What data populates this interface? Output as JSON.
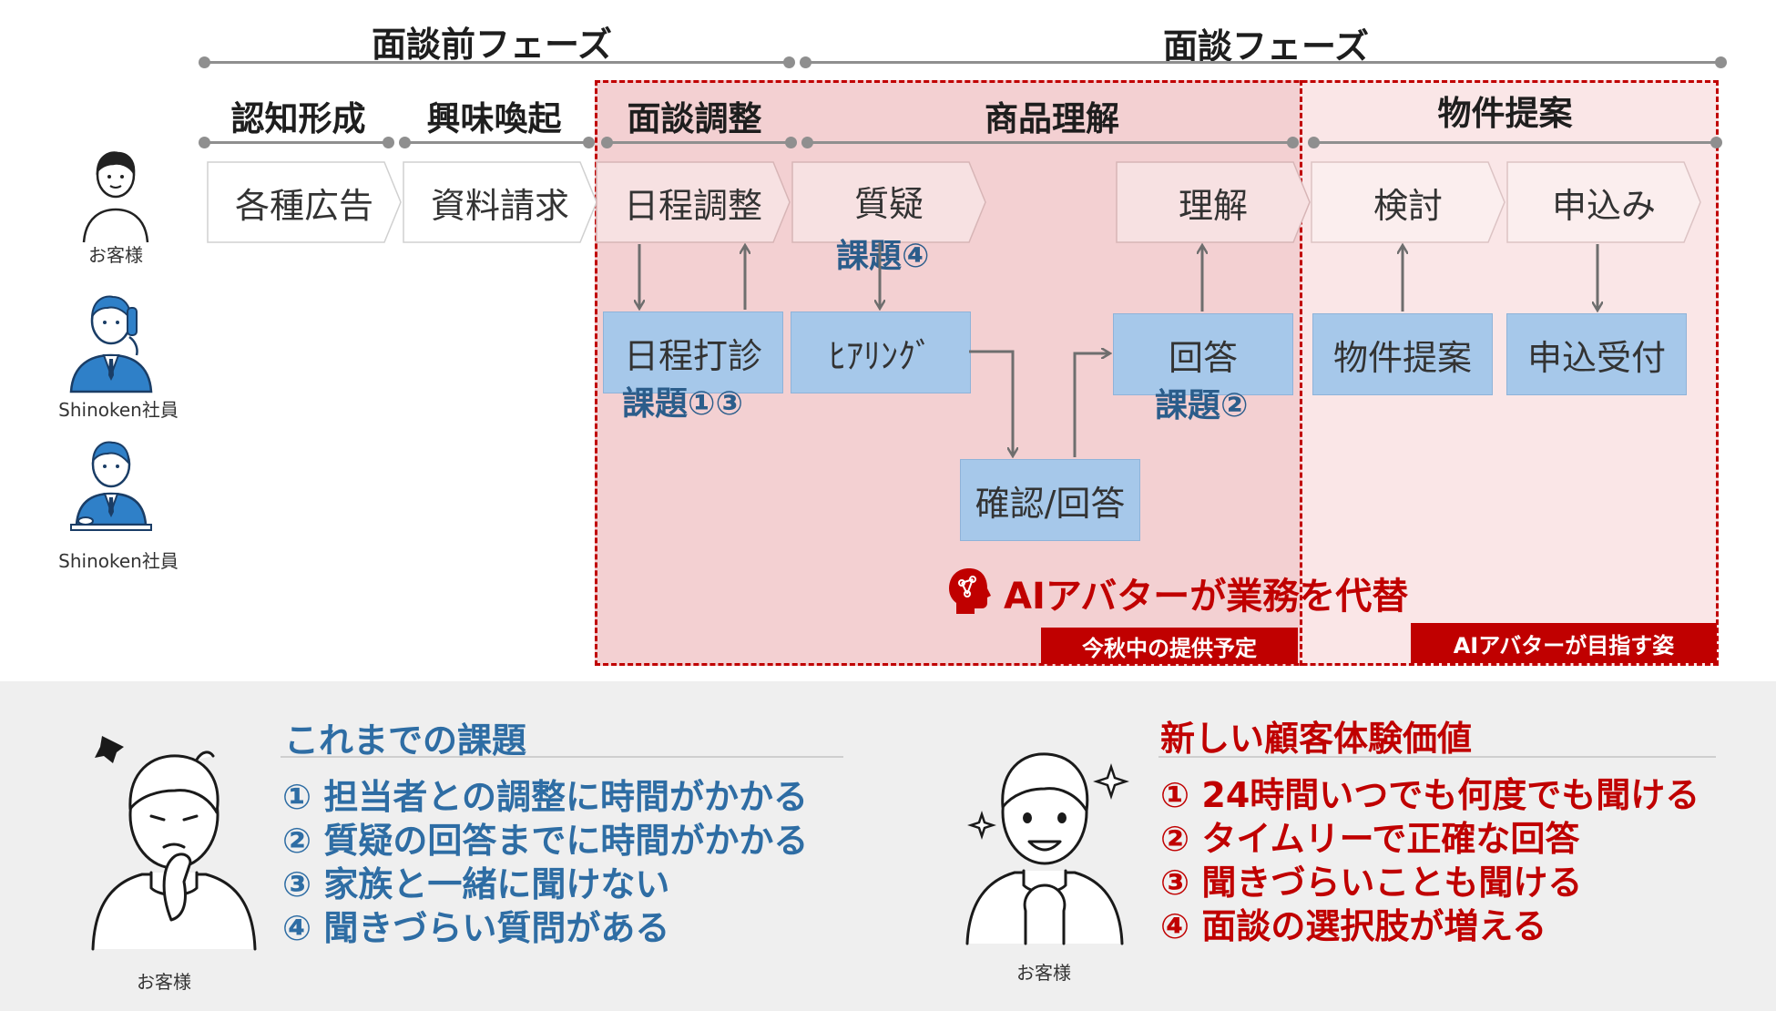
{
  "phases": {
    "pre_meeting": "面談前フェーズ",
    "meeting": "面談フェーズ"
  },
  "stages": [
    "認知形成",
    "興味喚起",
    "面談調整",
    "商品理解",
    "物件提案"
  ],
  "customer_steps": [
    "各種広告",
    "資料請求",
    "日程調整",
    "質疑",
    "理解",
    "検討",
    "申込み"
  ],
  "staff_steps": [
    "日程打診",
    "ﾋｱﾘﾝｸﾞ",
    "回答",
    "物件提案",
    "申込受付"
  ],
  "backoffice_steps": [
    "確認/回答"
  ],
  "issues": {
    "i4": "課題④",
    "i13": "課題①③",
    "i2": "課題②"
  },
  "roles": {
    "customer": "お客様",
    "staff1": "Shinoken社員",
    "staff2": "Shinoken社員"
  },
  "ai": {
    "headline": "AIアバターが業務を代替",
    "badge_autumn": "今秋中の提供予定",
    "badge_goal": "AIアバターが目指す姿",
    "icon": "ai-head-icon"
  },
  "challenges": {
    "title": "これまでの課題",
    "items": [
      "①  担当者との調整に時間がかかる",
      "②  質疑の回答までに時間がかかる",
      "③  家族と一緒に聞けない",
      "④  聞きづらい質問がある"
    ],
    "person_label": "お客様"
  },
  "value": {
    "title": "新しい顧客体験価値",
    "items": [
      "①  24時間いつでも何度でも聞ける",
      "②  タイムリーで正確な回答",
      "③  聞きづらいことも聞ける",
      "④  面談の選択肢が増える"
    ],
    "person_label": "お客様"
  },
  "colors": {
    "accent_red": "#c00000",
    "issue_blue": "#2b5d8b",
    "staff_box": "#a6c8ea",
    "zone_fill": "#f3d0d2"
  }
}
